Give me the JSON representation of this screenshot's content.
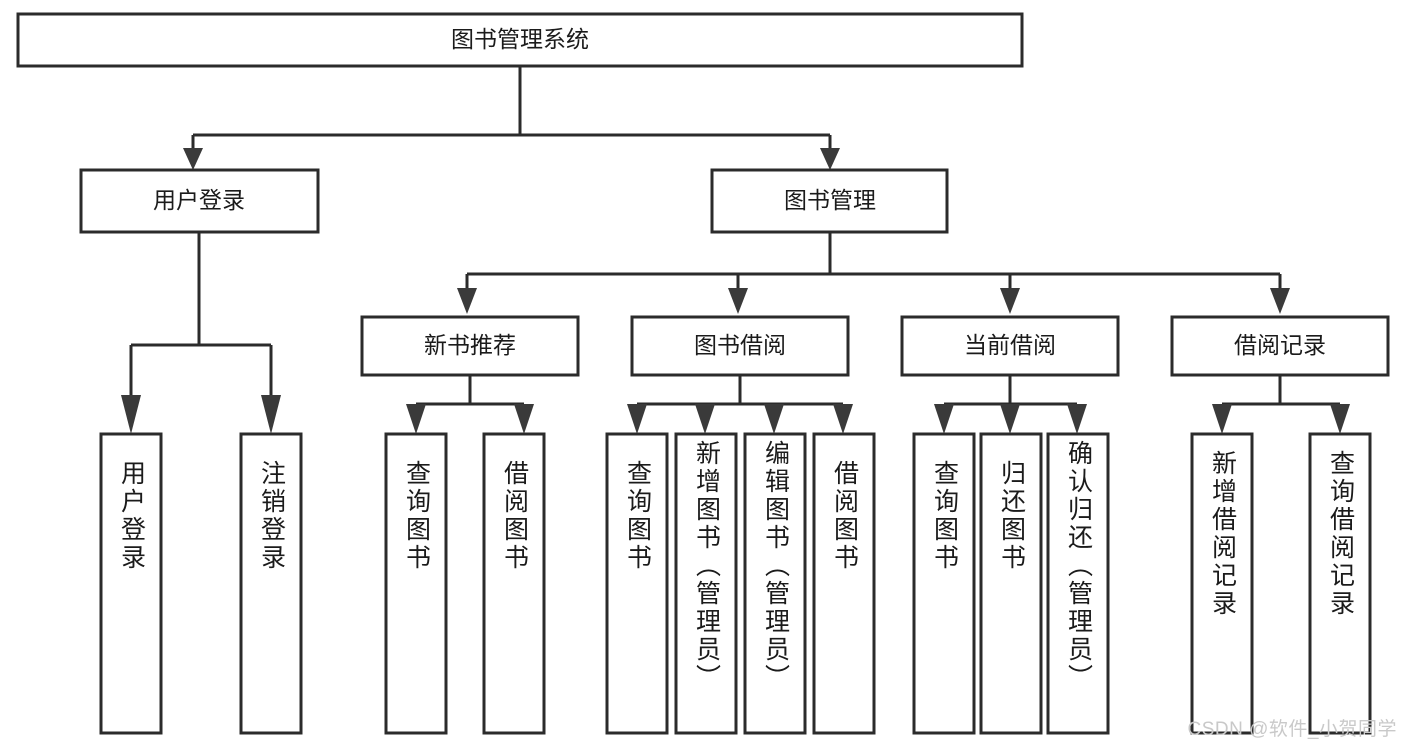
{
  "diagram": {
    "type": "tree-hierarchy",
    "title_node": {
      "label": "图书管理系统"
    },
    "level2": [
      {
        "id": "user-login",
        "label": "用户登录"
      },
      {
        "id": "book-management",
        "label": "图书管理"
      }
    ],
    "level3": [
      {
        "id": "new-book-recommend",
        "label": "新书推荐",
        "parent": "book-management"
      },
      {
        "id": "book-borrow",
        "label": "图书借阅",
        "parent": "book-management"
      },
      {
        "id": "current-borrow",
        "label": "当前借阅",
        "parent": "book-management"
      },
      {
        "id": "borrow-record",
        "label": "借阅记录",
        "parent": "book-management"
      }
    ],
    "leaves": {
      "user-login": [
        {
          "id": "leaf-user-login",
          "label": "用户登录"
        },
        {
          "id": "leaf-user-logout",
          "label": "注销登录"
        }
      ],
      "new-book-recommend": [
        {
          "id": "leaf-query-book-1",
          "label": "查询图书"
        },
        {
          "id": "leaf-borrow-book-1",
          "label": "借阅图书"
        }
      ],
      "book-borrow": [
        {
          "id": "leaf-query-book-2",
          "label": "查询图书"
        },
        {
          "id": "leaf-add-book",
          "label": "新增图书（管理员）"
        },
        {
          "id": "leaf-edit-book",
          "label": "编辑图书（管理员）"
        },
        {
          "id": "leaf-borrow-book-2",
          "label": "借阅图书"
        }
      ],
      "current-borrow": [
        {
          "id": "leaf-query-book-3",
          "label": "查询图书"
        },
        {
          "id": "leaf-return-book",
          "label": "归还图书"
        },
        {
          "id": "leaf-confirm-return",
          "label": "确认归还（管理员）"
        }
      ],
      "borrow-record": [
        {
          "id": "leaf-add-record",
          "label": "新增借阅记录"
        },
        {
          "id": "leaf-query-record",
          "label": "查询借阅记录"
        }
      ]
    }
  },
  "watermark": {
    "text": "CSDN @软件_小贺同学"
  },
  "colors": {
    "box_stroke": "#2b2b2b",
    "box_fill": "#ffffff",
    "text": "#1b1b1b",
    "arrow": "#3a3a3a",
    "watermark": "#c9c9c9",
    "background": "#ffffff"
  }
}
